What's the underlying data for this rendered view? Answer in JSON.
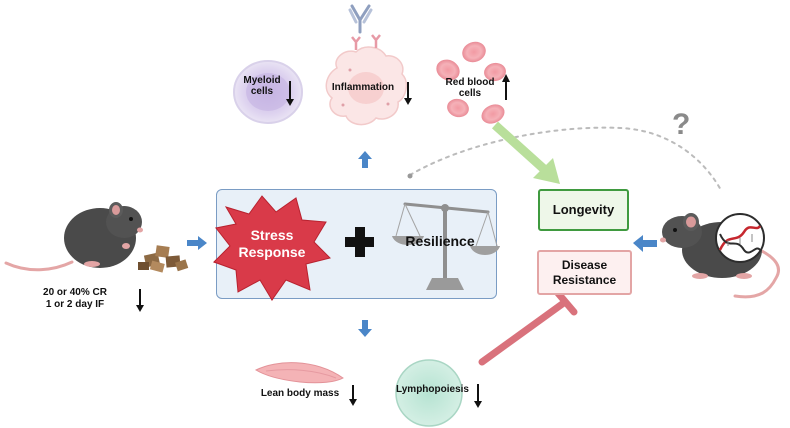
{
  "labels": {
    "myeloid": [
      "Myeloid",
      "cells"
    ],
    "inflammation": "Inflammation",
    "red_blood": [
      "Red blood",
      "cells"
    ],
    "stress": [
      "Stress",
      "Response"
    ],
    "resilience": "Resilience",
    "longevity": "Longevity",
    "disease": [
      "Disease",
      "Resistance"
    ],
    "diet": [
      "20 or 40% CR",
      "1 or 2 day IF"
    ],
    "lean": "Lean body mass",
    "lympho": "Lymphopoiesis",
    "question": "?"
  },
  "colors": {
    "box_fill": "#e8f0f8",
    "box_border": "#7a9cc4",
    "blue_arrow": "#4a86c8",
    "green_arrow": "#b9df9b",
    "red_inhibit": "#d9727c",
    "star": "#d93a49",
    "longevity_border": "#3f9a3f",
    "disease_border": "#e3a5a5"
  },
  "icons": [
    "mouse-icon",
    "food-pellets-icon",
    "myeloid-cell-icon",
    "antibody-icon",
    "macrophage-icon",
    "red-blood-cell-icon",
    "balance-scale-icon",
    "plus-icon",
    "stress-star-icon",
    "muscle-icon",
    "lymphocyte-icon",
    "dna-icon"
  ]
}
